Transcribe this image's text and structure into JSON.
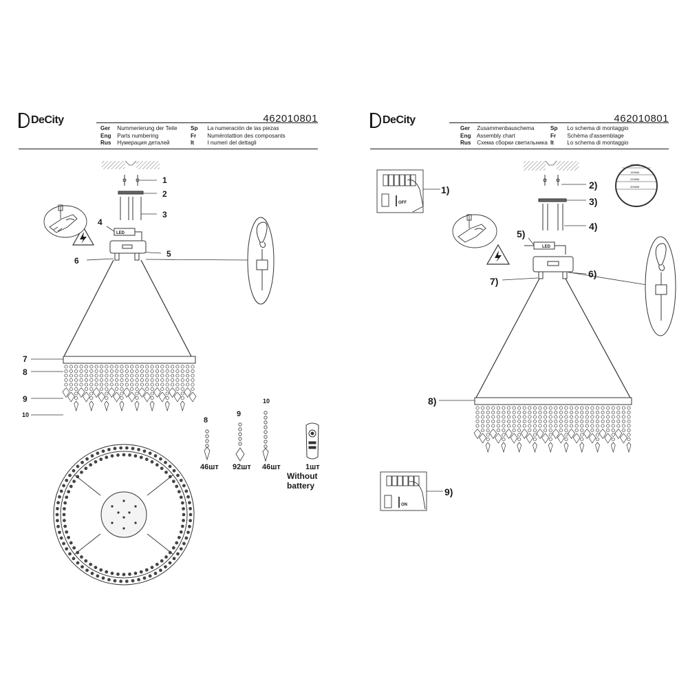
{
  "brand": "DeCity",
  "left_sheet": {
    "doc_number": "462010801",
    "languages": [
      {
        "code": "Ger",
        "text": "Nummerierung der Teile"
      },
      {
        "code": "Sp",
        "text": "La numeración de las piezas"
      },
      {
        "code": "Eng",
        "text": "Parts numbering"
      },
      {
        "code": "Fr",
        "text": "Numérotattion des composants"
      },
      {
        "code": "Rus",
        "text": "Нумерация деталей"
      },
      {
        "code": "It",
        "text": "I numeri del dettagli"
      }
    ],
    "callouts": [
      "1",
      "2",
      "3",
      "4",
      "5",
      "6",
      "7",
      "8",
      "9",
      "10"
    ],
    "led_label": "LED",
    "parts": [
      {
        "number": "8",
        "qty": "46шт"
      },
      {
        "number": "9",
        "qty": "92шт"
      },
      {
        "number": "10",
        "qty": "46шт"
      },
      {
        "number": "",
        "qty": "1шт"
      }
    ],
    "remote_note": "Without battery"
  },
  "right_sheet": {
    "doc_number": "462010801",
    "languages": [
      {
        "code": "Ger",
        "text": "Zusammenbauschema"
      },
      {
        "code": "Sp",
        "text": "Lo schema di montaggio"
      },
      {
        "code": "Eng",
        "text": "Assembly chart"
      },
      {
        "code": "Fr",
        "text": "Schéma d'assemblage"
      },
      {
        "code": "Rus",
        "text": "Схема сборки светильника"
      },
      {
        "code": "It",
        "text": "Lo schema di montaggio"
      }
    ],
    "callouts": [
      "1)",
      "2)",
      "3)",
      "4)",
      "5)",
      "6)",
      "7)",
      "8)",
      "9)"
    ],
    "led_label": "LED",
    "switch_off": "OFF",
    "switch_on": "ON",
    "ring_dims": [
      "150MM",
      "190MM",
      "220MM",
      "300MM"
    ]
  }
}
